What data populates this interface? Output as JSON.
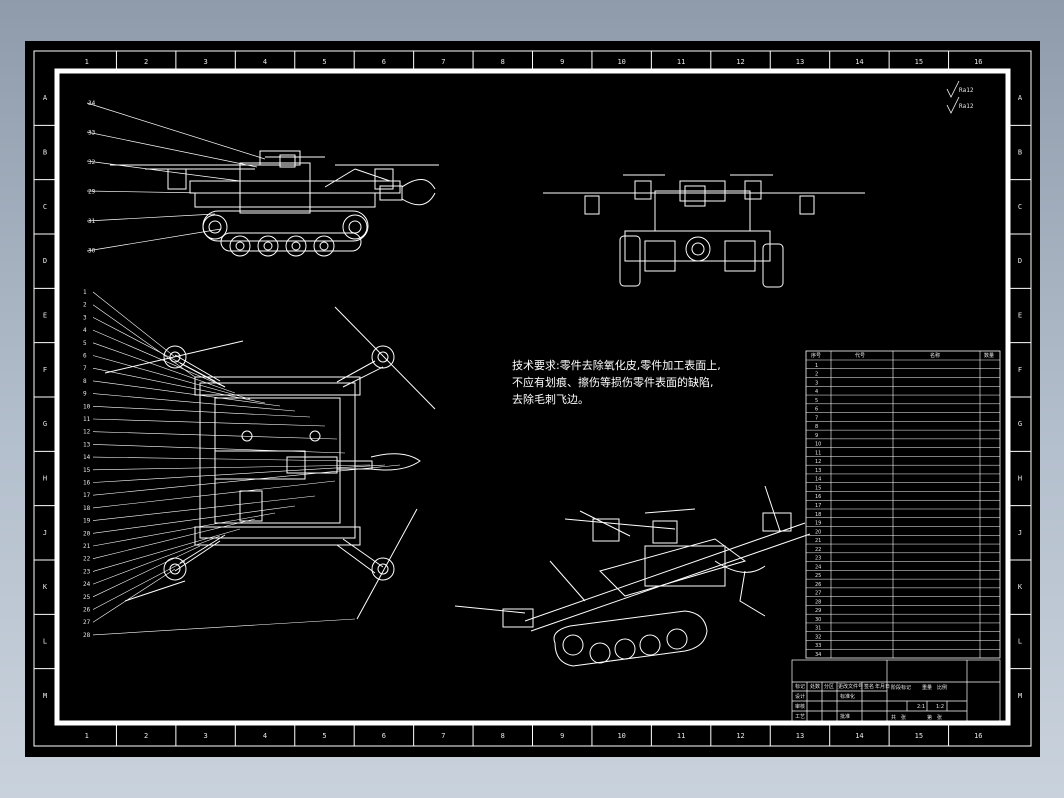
{
  "zones": {
    "columns": [
      "1",
      "2",
      "3",
      "4",
      "5",
      "6",
      "7",
      "8",
      "9",
      "10",
      "11",
      "12",
      "13",
      "14",
      "15",
      "16"
    ],
    "rows": [
      "A",
      "B",
      "C",
      "D",
      "E",
      "F",
      "G",
      "H",
      "J",
      "K",
      "L",
      "M"
    ]
  },
  "side_view_part_numbers": [
    "34",
    "33",
    "32",
    "29",
    "31",
    "30"
  ],
  "top_view_part_numbers": [
    "1",
    "2",
    "3",
    "4",
    "5",
    "6",
    "7",
    "8",
    "9",
    "10",
    "11",
    "12",
    "13",
    "14",
    "15",
    "16",
    "17",
    "18",
    "19",
    "20",
    "21",
    "22",
    "23",
    "24",
    "25",
    "26",
    "27",
    "28"
  ],
  "technical_requirements": {
    "lines": [
      "技术要求:零件去除氧化皮,零件加工表面上,",
      "不应有划痕、擦伤等损伤零件表面的缺陷,",
      "去除毛刺飞边。"
    ]
  },
  "roughness_symbol": {
    "value": "Ra12"
  },
  "bom": {
    "headers": [
      "序号",
      "代号",
      "名称",
      "数量"
    ],
    "rows": [
      "1",
      "2",
      "3",
      "4",
      "5",
      "6",
      "7",
      "8",
      "9",
      "10",
      "11",
      "12",
      "13",
      "14",
      "15",
      "16",
      "17",
      "18",
      "19",
      "20",
      "21",
      "22",
      "23",
      "24",
      "25",
      "26",
      "27",
      "28",
      "29",
      "30",
      "31",
      "32",
      "33",
      "34"
    ]
  },
  "title_block": {
    "scale": "2:1",
    "sheet": "1:2",
    "labels": [
      "标记",
      "处数",
      "分区",
      "更改文件号",
      "签名",
      "年月日",
      "设计",
      "标准化",
      "审核",
      "工艺",
      "批准",
      "阶段标记",
      "重量",
      "比例",
      "共",
      "张",
      "第",
      "张"
    ]
  }
}
